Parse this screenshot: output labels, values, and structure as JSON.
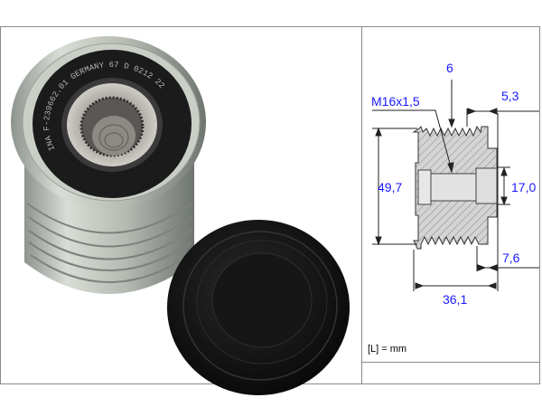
{
  "product_photo": {
    "bearing_marking": "INA F-239662.01 GERMANY 67 D 0212 22"
  },
  "drawing": {
    "dimensions": {
      "groove_count": "6",
      "thread": "M16x1,5",
      "right_offset": "5,3",
      "outer_diameter": "49,7",
      "bore_diameter": "17,0",
      "hub_width": "7,6",
      "total_width": "36,1"
    },
    "unit_note": "[L] = mm"
  },
  "colors": {
    "dimension_text": "#1a1aff",
    "frame": "#8a8a8a"
  }
}
